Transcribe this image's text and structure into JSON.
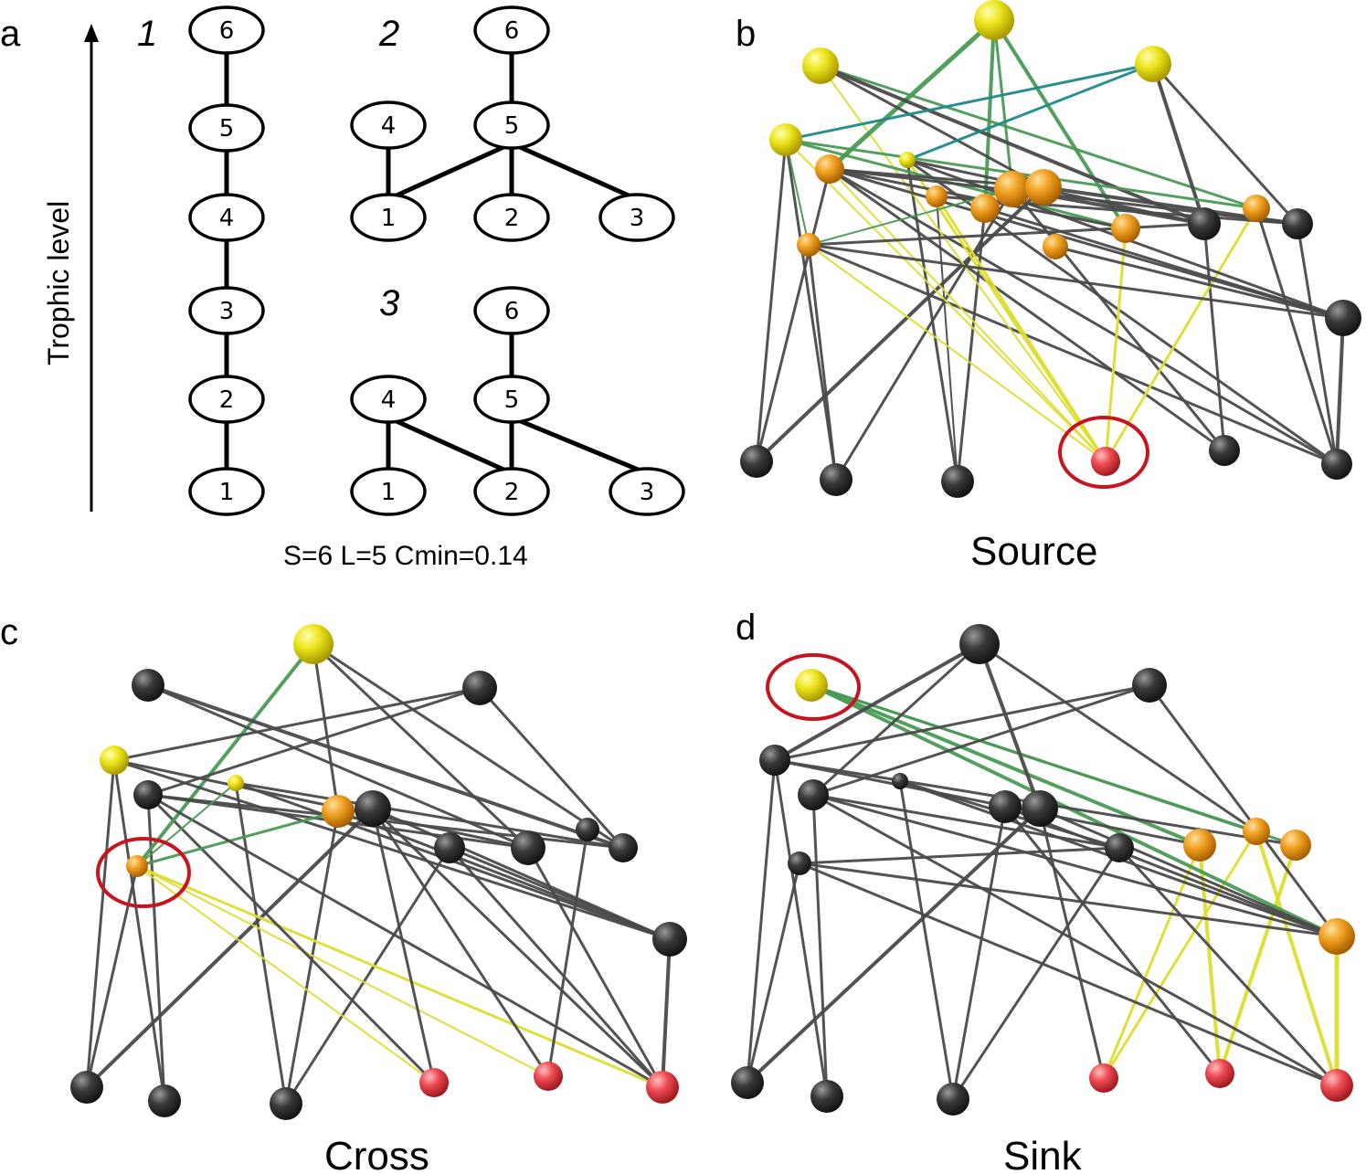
{
  "panels": {
    "a": {
      "letter": "a",
      "axis_label": "Trophic level",
      "params": "S=6 L=5 Cmin=0.14",
      "web_numbers": [
        "1",
        "2",
        "3"
      ]
    },
    "b": {
      "letter": "b",
      "caption": "Source"
    },
    "c": {
      "letter": "c",
      "caption": "Cross"
    },
    "d": {
      "letter": "d",
      "caption": "Sink"
    }
  },
  "webs": [
    {
      "id": "1",
      "nodes": [
        "1",
        "2",
        "3",
        "4",
        "5",
        "6"
      ],
      "links": [
        [
          "1",
          "2"
        ],
        [
          "2",
          "3"
        ],
        [
          "3",
          "4"
        ],
        [
          "4",
          "5"
        ],
        [
          "5",
          "6"
        ]
      ]
    },
    {
      "id": "2",
      "nodes": [
        "1",
        "2",
        "3",
        "4",
        "5",
        "6"
      ],
      "links": [
        [
          "1",
          "4"
        ],
        [
          "1",
          "5"
        ],
        [
          "2",
          "5"
        ],
        [
          "3",
          "5"
        ],
        [
          "5",
          "6"
        ]
      ]
    },
    {
      "id": "3",
      "nodes": [
        "1",
        "2",
        "3",
        "4",
        "5",
        "6"
      ],
      "links": [
        [
          "1",
          "4"
        ],
        [
          "2",
          "4"
        ],
        [
          "2",
          "5"
        ],
        [
          "3",
          "5"
        ],
        [
          "5",
          "6"
        ]
      ]
    }
  ],
  "colors": {
    "ball_black": "#3a3a3a",
    "ball_yellow": "#e8e41a",
    "ball_orange": "#f0a020",
    "ball_red": "#ee4a52",
    "link_black": "#4a4a4a",
    "link_yellow": "#dede30",
    "link_green": "#4a9a55",
    "link_teal": "#1e8a8a",
    "highlight_ring": "#c8141e"
  }
}
